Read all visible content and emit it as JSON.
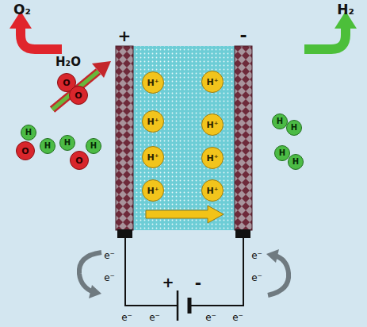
{
  "diagram": {
    "nodes": [
      {
        "text": [
          "O"
        ]
      },
      {
        "text": [
          "O"
        ]
      },
      {
        "text": [
          "H⁺"
        ]
      },
      {
        "text": [
          "H⁺"
        ]
      },
      {
        "text": [
          "H⁺"
        ]
      },
      {
        "text": [
          "H⁺"
        ]
      },
      {
        "text": [
          "H⁺"
        ]
      },
      {
        "text": [
          "H⁺"
        ]
      },
      {
        "text": [
          "H⁺"
        ]
      },
      {
        "text": [
          "H⁺"
        ]
      },
      {
        "text": [
          "H"
        ]
      },
      {
        "text": [
          "H"
        ]
      },
      {
        "text": [
          "H"
        ]
      },
      {
        "text": [
          "H"
        ]
      },
      {
        "text": [
          "H"
        ]
      },
      {
        "text": [
          "O"
        ]
      },
      {
        "text": [
          "H"
        ]
      },
      {
        "text": [
          "H"
        ]
      },
      {
        "text": [
          "O"
        ]
      },
      {
        "text": [
          "H"
        ]
      }
    ],
    "labels": [
      "O₂",
      "H₂",
      "+",
      "-",
      "H₂O",
      "e⁻",
      "e⁻",
      "e⁻",
      "e⁻",
      "e⁻",
      "e⁻",
      "e⁻",
      "e⁻",
      "+",
      "-"
    ]
  }
}
